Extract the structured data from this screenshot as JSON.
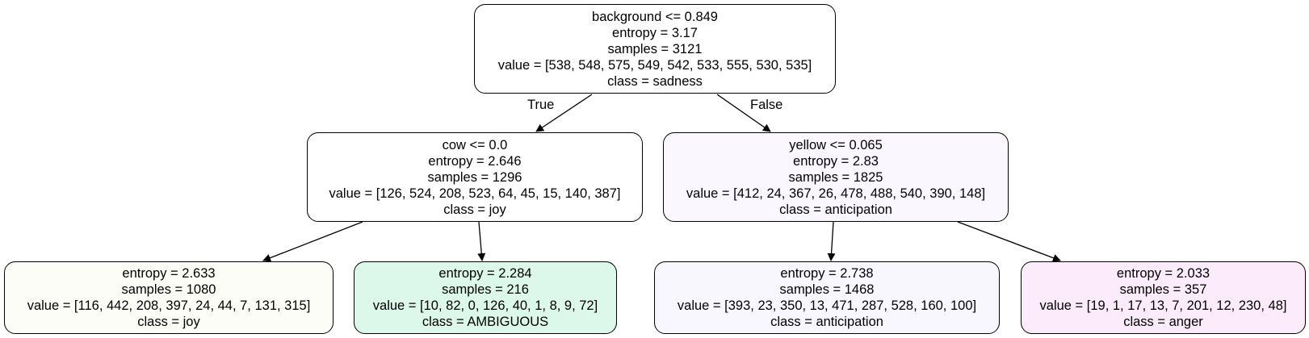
{
  "edge_labels": {
    "true_label": "True",
    "false_label": "False"
  },
  "nodes": {
    "root": {
      "split": "background <= 0.849",
      "entropy": "entropy = 3.17",
      "samples": "samples = 3121",
      "value": "value = [538, 548, 575, 549, 542, 533, 555, 530, 535]",
      "class": "class = sadness",
      "fill": "#ffffff"
    },
    "left": {
      "split": "cow <= 0.0",
      "entropy": "entropy = 2.646",
      "samples": "samples = 1296",
      "value": "value = [126, 524, 208, 523, 64, 45, 15, 140, 387]",
      "class": "class = joy",
      "fill": "#ffffff"
    },
    "right": {
      "split": "yellow <= 0.065",
      "entropy": "entropy = 2.83",
      "samples": "samples = 1825",
      "value": "value = [412, 24, 367, 26, 478, 488, 540, 390, 148]",
      "class": "class = anticipation",
      "fill": "#faf8fe"
    },
    "leaf1": {
      "entropy": "entropy = 2.633",
      "samples": "samples = 1080",
      "value": "value = [116, 442, 208, 397, 24, 44, 7, 131, 315]",
      "class": "class = joy",
      "fill": "#fcfdf7"
    },
    "leaf2": {
      "entropy": "entropy = 2.284",
      "samples": "samples = 216",
      "value": "value = [10, 82, 0, 126, 40, 1, 8, 9, 72]",
      "class": "class = AMBIGUOUS",
      "fill": "#dcf8ea"
    },
    "leaf3": {
      "entropy": "entropy = 2.738",
      "samples": "samples = 1468",
      "value": "value = [393, 23, 350, 13, 471, 287, 528, 160, 100]",
      "class": "class = anticipation",
      "fill": "#f9f7fe"
    },
    "leaf4": {
      "entropy": "entropy = 2.033",
      "samples": "samples = 357",
      "value": "value = [19, 1, 17, 13, 7, 201, 12, 230, 48]",
      "class": "class = anger",
      "fill": "#fcebfb"
    }
  }
}
